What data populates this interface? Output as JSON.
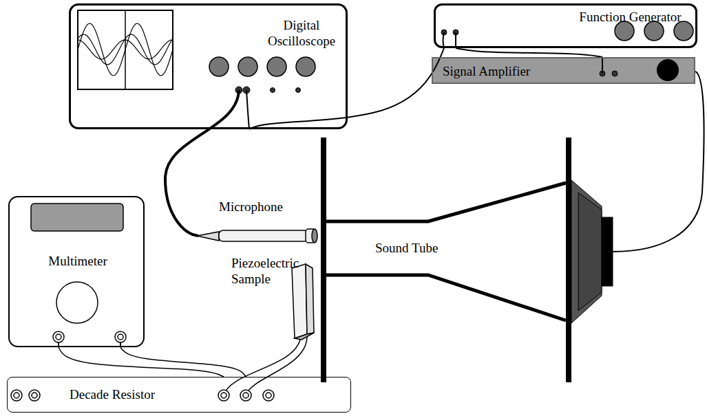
{
  "diagram": {
    "nodes": [
      {
        "text": [
          "Digital Oscilloscope"
        ]
      },
      {
        "text": [
          "Function Generator"
        ]
      },
      {
        "text": [
          "Signal Amplifier"
        ]
      },
      {
        "text": [
          "Multimeter"
        ]
      },
      {
        "text": [
          "Decade Resistor"
        ]
      }
    ],
    "edges": [
      {
        "from": 0,
        "to": 1,
        "arrow": "none"
      },
      {
        "from": 1,
        "to": 2,
        "arrow": "none"
      },
      {
        "from": 3,
        "to": 4,
        "arrow": "none"
      },
      {
        "from": 3,
        "to": 4,
        "arrow": "none"
      }
    ],
    "labels": [
      "Microphone",
      "Piezoelectric Sample",
      "Sound Tube"
    ]
  }
}
